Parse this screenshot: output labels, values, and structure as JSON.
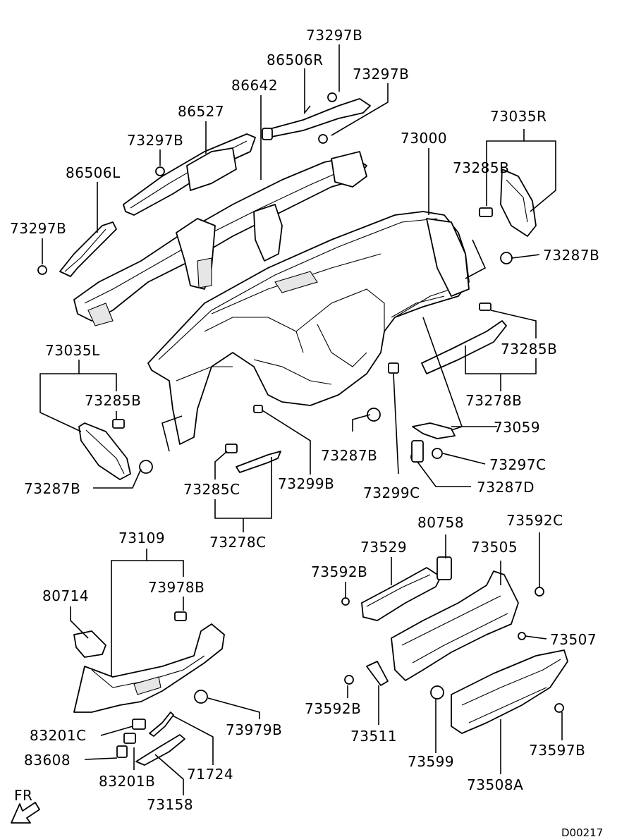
{
  "labels": {
    "l73297b_top": "73297B",
    "l86506r": "86506R",
    "l73297b_top2": "73297B",
    "l86642": "86642",
    "l86527": "86527",
    "l73297b_mid": "73297B",
    "l86506l": "86506L",
    "l73297b_left": "73297B",
    "l73000": "73000",
    "l73035r": "73035R",
    "l73285b_r": "73285B",
    "l73287b_r": "73287B",
    "l73285b_r2": "73285B",
    "l73278b": "73278B",
    "l73059": "73059",
    "l73297c": "73297C",
    "l73287d": "73287D",
    "l73299c": "73299C",
    "l73287b_m": "73287B",
    "l73035l": "73035L",
    "l73285b_l": "73285B",
    "l73287b_l": "73287B",
    "l73285c": "73285C",
    "l73299b": "73299B",
    "l73278c": "73278C",
    "l73109": "73109",
    "l80714": "80714",
    "l73978b": "73978B",
    "l83201c": "83201C",
    "l83608": "83608",
    "l83201b": "83201B",
    "l73158": "73158",
    "l71724": "71724",
    "l73979b": "73979B",
    "l80758": "80758",
    "l73592c": "73592C",
    "l73529": "73529",
    "l73505": "73505",
    "l73592b_t": "73592B",
    "l73507": "73507",
    "l73592b_b": "73592B",
    "l73511": "73511",
    "l73599": "73599",
    "l73597b": "73597B",
    "l73508a": "73508A",
    "fr": "FR",
    "code": "D00217"
  }
}
